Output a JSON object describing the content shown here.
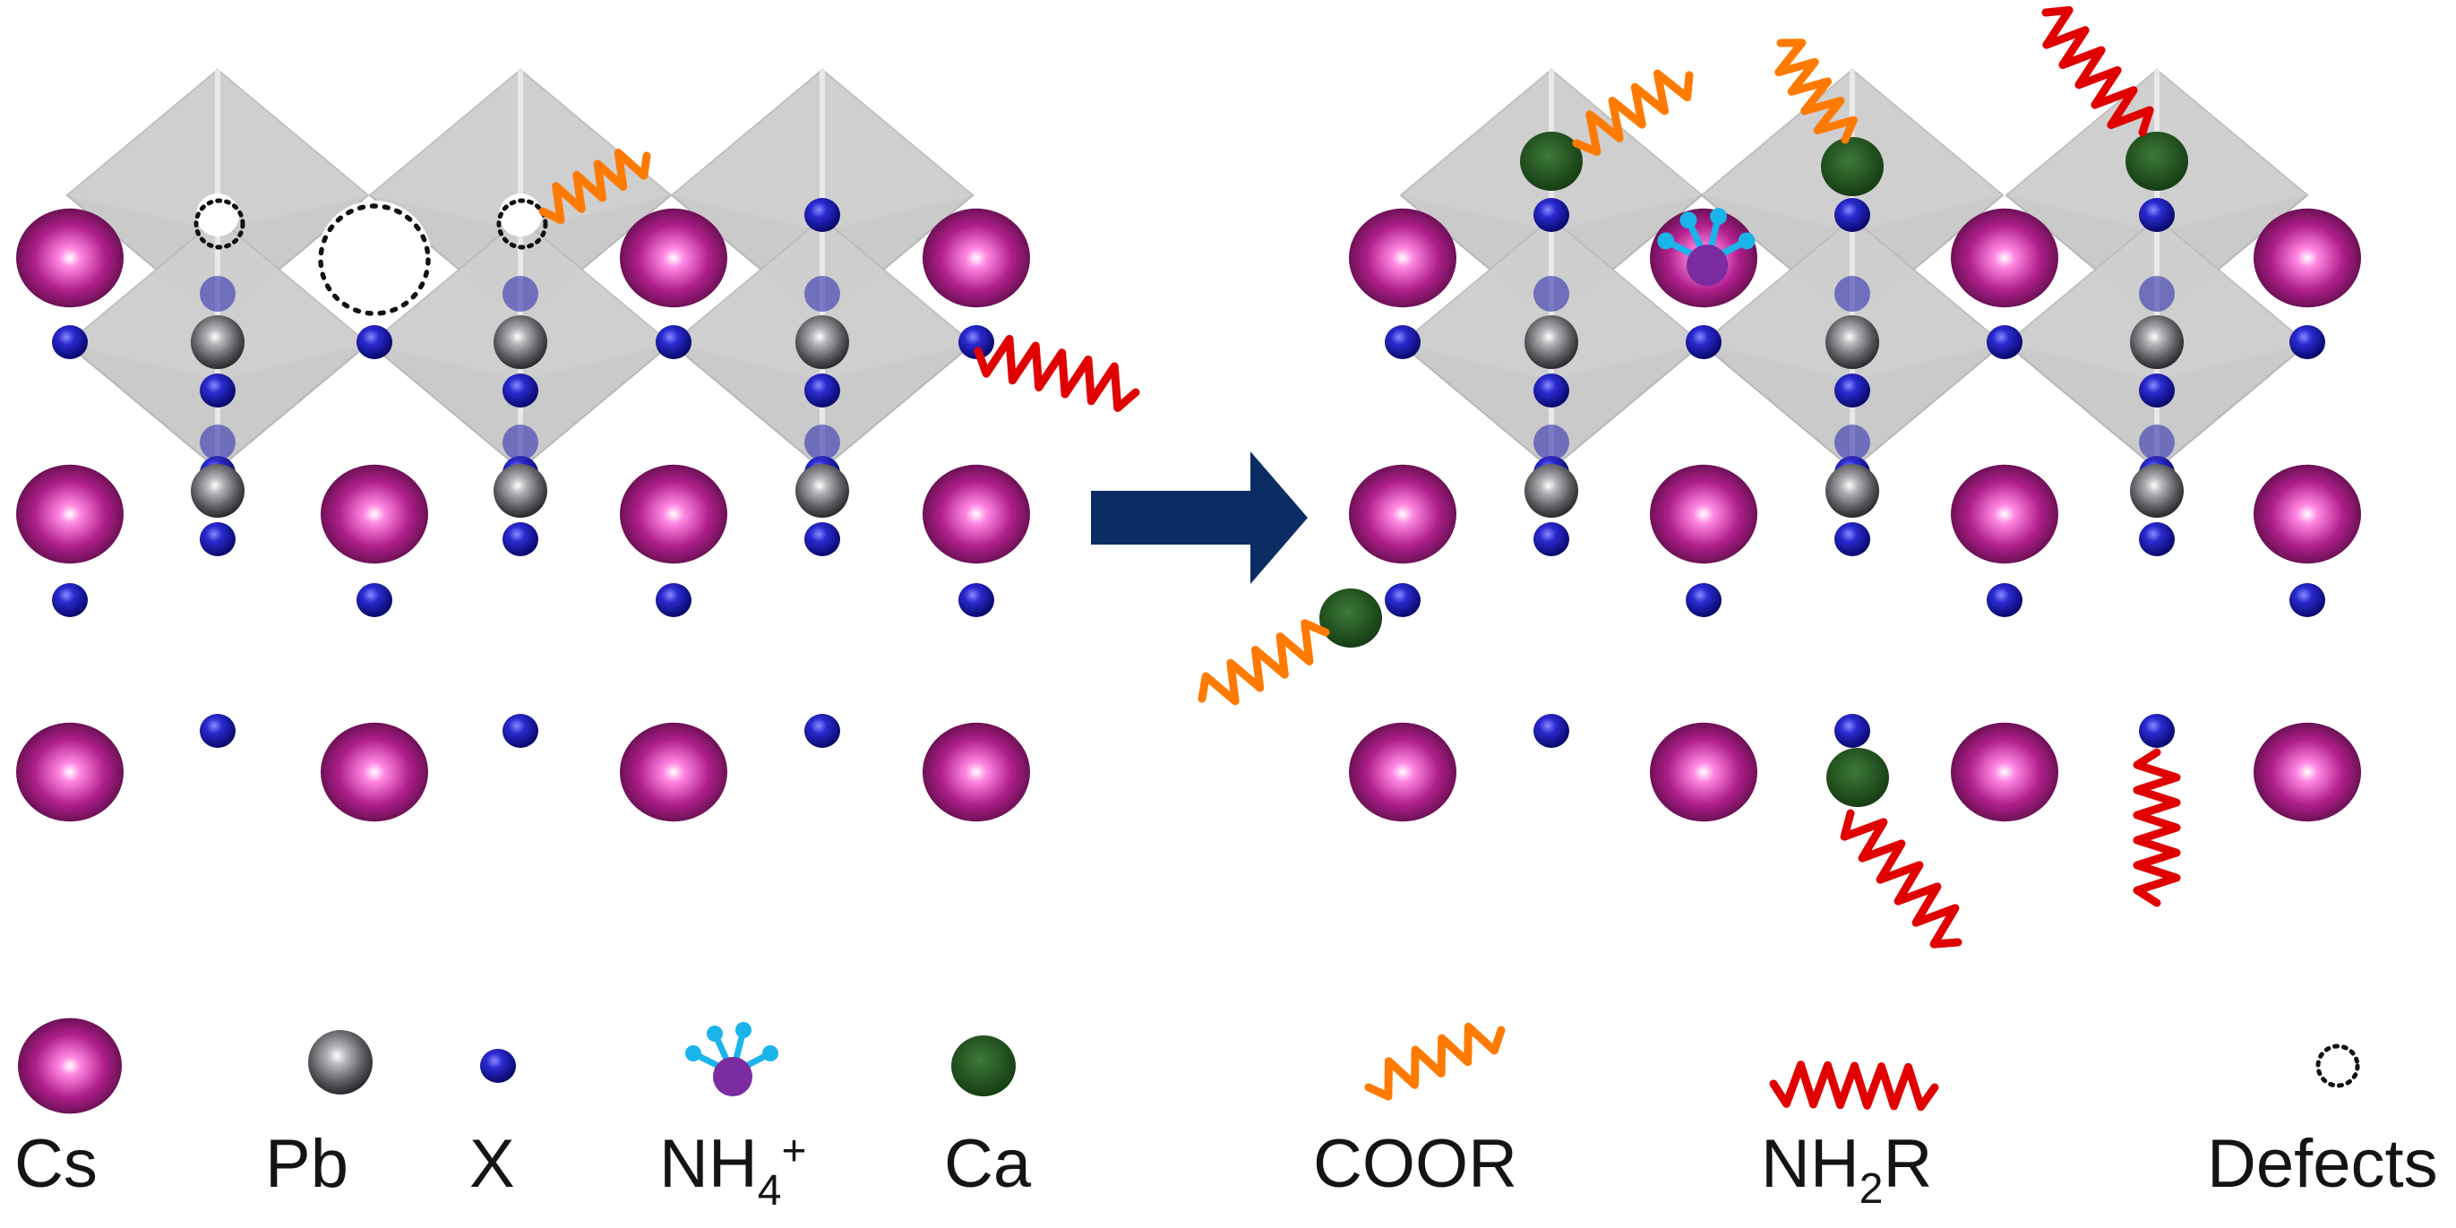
{
  "legend": {
    "cs_label": "Cs",
    "pb_label": "Pb",
    "x_label": "X",
    "nh4_base": "NH",
    "nh4_sub": "4",
    "nh4_sup": "+",
    "ca_label": "Ca",
    "coor_label": "COOR",
    "nh2r_base": "NH",
    "nh2r_sub": "2",
    "nh2r_tail": "R",
    "defects_label": "Defects"
  },
  "colors": {
    "cs": "#a0167e",
    "pb": "#5a5a5e",
    "x": "#10108a",
    "ca": "#1d4a1b",
    "nh4_core": "#7a2ca0",
    "nh4_arms": "#1ab4ea",
    "coor": "#ff7a00",
    "nh2r": "#e00000",
    "arrow": "#0c2d63",
    "octahedron": "#c8c8c8"
  },
  "icons": {
    "transform_arrow": "right-arrow-icon",
    "defect": "dotted-circle-icon"
  }
}
